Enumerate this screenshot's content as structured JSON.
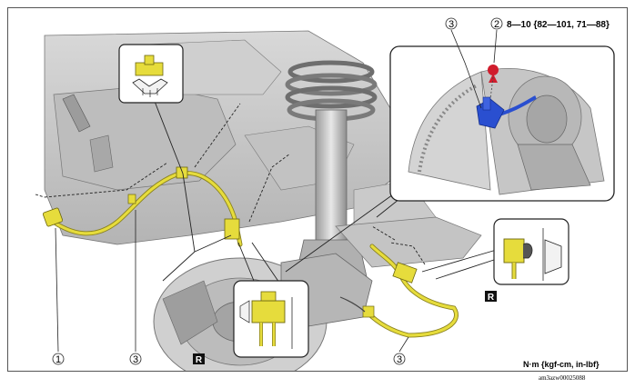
{
  "figure": {
    "torque_spec": "8—10 {82—101, 71—88}",
    "units": "N·m {kgf-cm, in-lbf}",
    "figure_id": "am3azw00025088"
  },
  "callouts": [
    {
      "number": "1",
      "name": "callout-1"
    },
    {
      "number": "3",
      "name": "callout-3-left"
    },
    {
      "number": "R",
      "name": "reuse-mark-left"
    },
    {
      "number": "3",
      "name": "callout-3-right"
    },
    {
      "number": "R",
      "name": "reuse-mark-right"
    },
    {
      "number": "3",
      "name": "callout-3-inset"
    },
    {
      "number": "2",
      "name": "callout-2-inset"
    }
  ],
  "colors": {
    "harness": "#e6dc3c",
    "harness_dark": "#8a8220",
    "sensor_bolt": "#2a4fd0",
    "torque_marker": "#d01c2c",
    "body_gray": "#c8c8c8",
    "body_dark": "#8a8a8a"
  },
  "icons": [
    "torque-wrench-icon",
    "reuse-r-icon"
  ]
}
